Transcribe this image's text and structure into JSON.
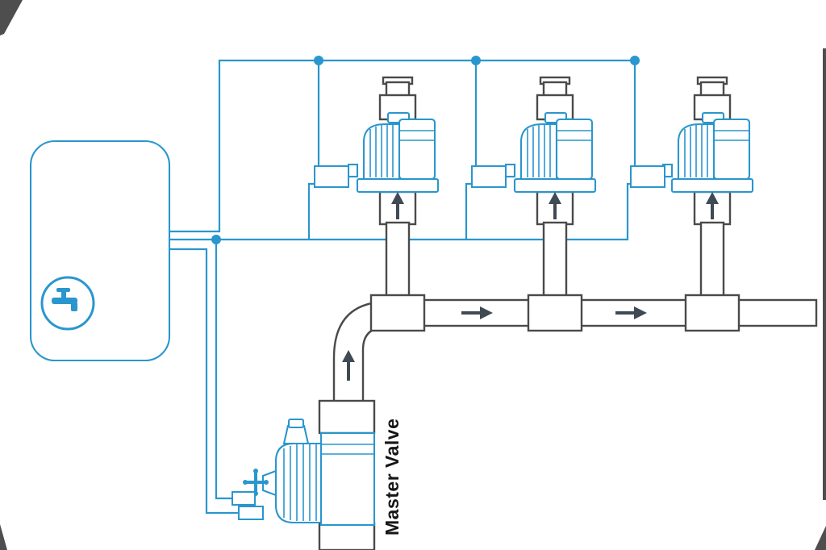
{
  "labels": {
    "master_valve": "Master Valve"
  },
  "colors": {
    "wire_blue": "#2a96ce",
    "pipe_gray": "#4a4a4a",
    "arrow_slate": "#3f4a54",
    "text_dark": "#161616",
    "background": "#ffffff"
  },
  "icons": {
    "controller_icon": "faucet-icon",
    "flow_up_icon": "arrow-up-icon",
    "flow_right_icon": "arrow-right-icon"
  },
  "diagram": {
    "components": [
      "irrigation-controller",
      "zone-valve-1",
      "zone-valve-2",
      "zone-valve-3",
      "master-valve",
      "main-water-line",
      "control-wiring"
    ],
    "zone_valve_count": 3,
    "wire_junction_count": 4
  }
}
